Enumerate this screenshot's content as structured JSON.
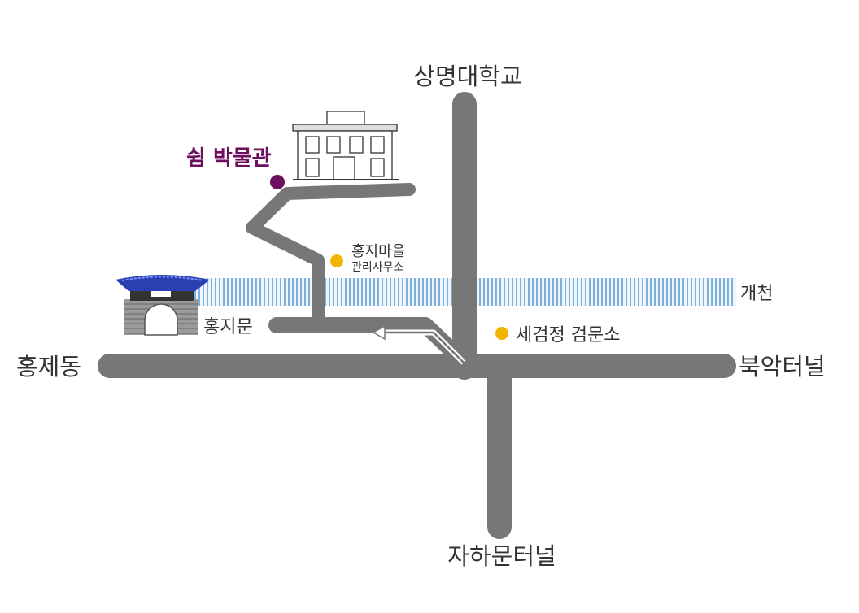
{
  "colors": {
    "road": "#777777",
    "stream": "#7fb0d8",
    "museum_label": "#6b0f5e",
    "museum_dot": "#6b0f5e",
    "poi_dot": "#f2b600",
    "gate_roof": "#2a3fb0",
    "text": "#333333"
  },
  "labels": {
    "north": "상명대학교",
    "south": "자하문터널",
    "west": "홍제동",
    "east": "북악터널",
    "stream": "개천",
    "gate": "홍지문",
    "museum": "쉼 박물관",
    "office_line1": "홍지마을",
    "office_line2": "관리사무소",
    "checkpoint": "세검정 검문소"
  },
  "icons": {
    "museum_building": "museum-building-icon",
    "gate": "hongjimun-gate-icon",
    "museum_marker": "location-dot-icon",
    "poi_marker": "location-dot-icon",
    "direction": "route-arrow-icon"
  }
}
